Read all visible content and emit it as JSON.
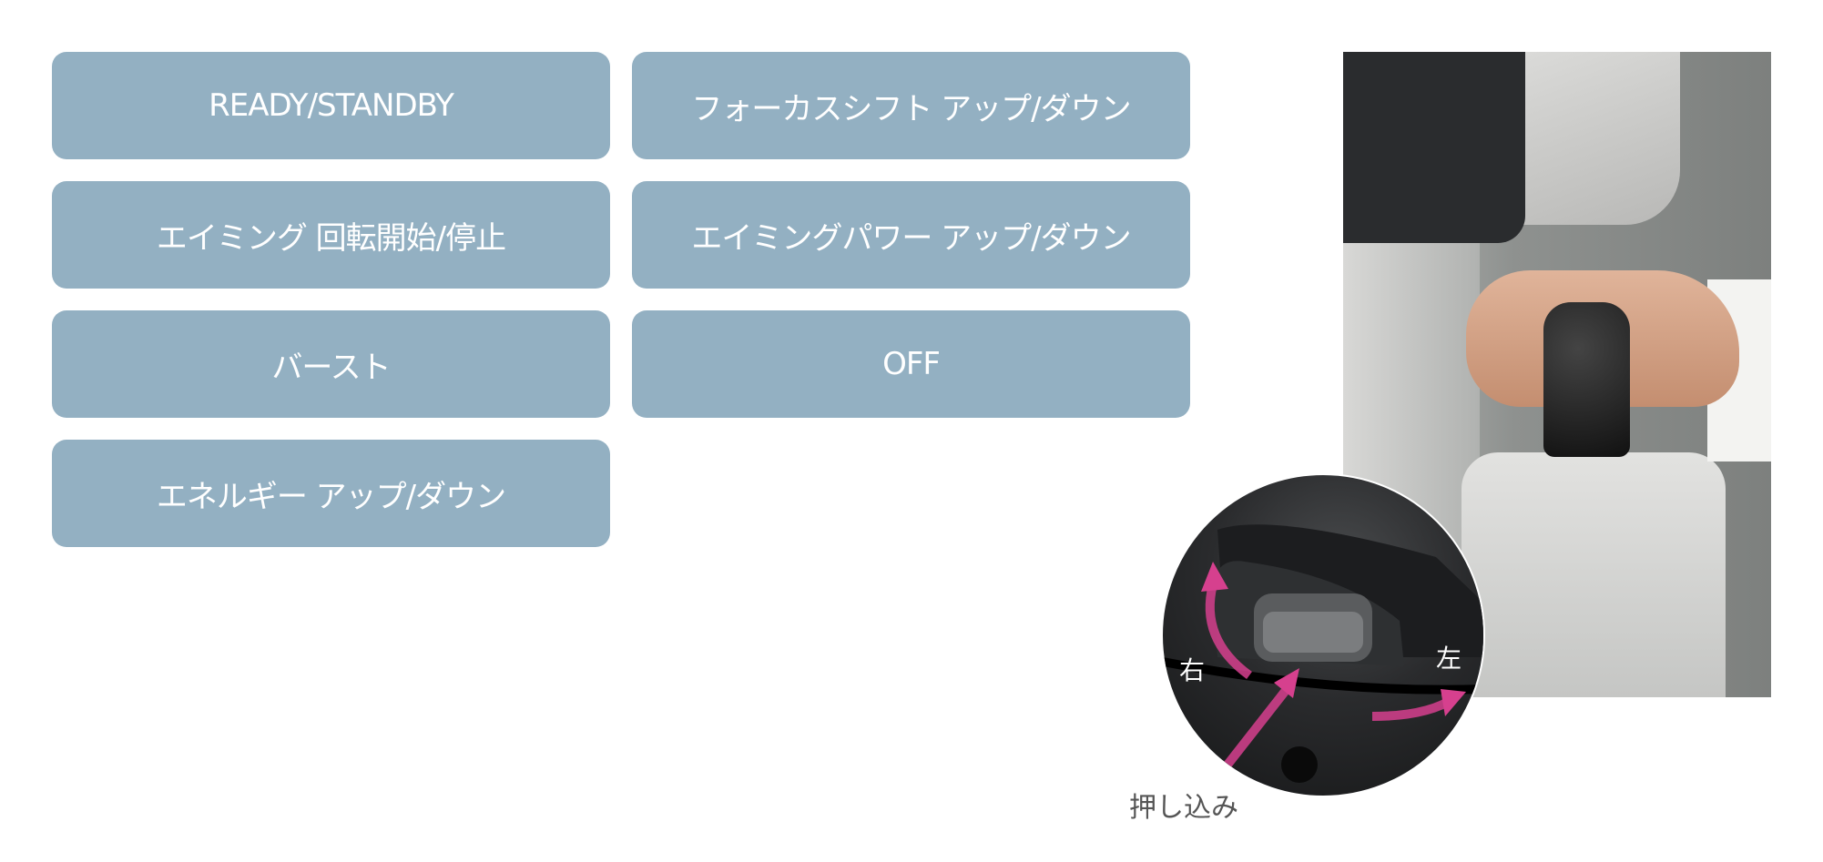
{
  "buttons": [
    {
      "label": "READY/STANDBY"
    },
    {
      "label": "フォーカスシフト アップ/ダウン"
    },
    {
      "label": "エイミング 回転開始/停止"
    },
    {
      "label": "エイミングパワー アップ/ダウン"
    },
    {
      "label": "バースト"
    },
    {
      "label": "OFF"
    },
    {
      "label": "エネルギー アップ/ダウン"
    }
  ],
  "figure": {
    "right_label": "右",
    "left_label": "左",
    "push_label": "押し込み",
    "arrow_color": "#d6408e"
  }
}
